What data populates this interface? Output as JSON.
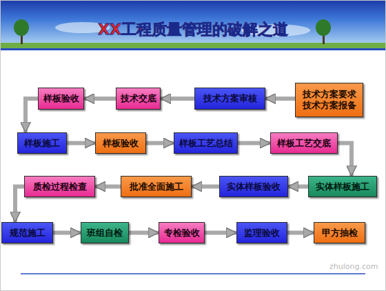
{
  "diagram": {
    "title": "XX工程质量管理的破解之道",
    "nodes": [
      {
        "text": [
          "技术方案要求 技术方案报备"
        ]
      },
      {
        "text": [
          "技术方案审核"
        ]
      },
      {
        "text": [
          "技术交底"
        ]
      },
      {
        "text": [
          "样板验收"
        ]
      },
      {
        "text": [
          "样板施工"
        ]
      },
      {
        "text": [
          "样板验收"
        ]
      },
      {
        "text": [
          "样板工艺总结"
        ]
      },
      {
        "text": [
          "样板工艺交底"
        ]
      },
      {
        "text": [
          "实体样板施工"
        ]
      },
      {
        "text": [
          "实体样板验收"
        ]
      },
      {
        "text": [
          "批准全面施工"
        ]
      },
      {
        "text": [
          "质检过程检查"
        ]
      },
      {
        "text": [
          "规范施工"
        ]
      },
      {
        "text": [
          "班组自检"
        ]
      },
      {
        "text": [
          "专检验收"
        ]
      },
      {
        "text": [
          "监理验收"
        ]
      },
      {
        "text": [
          "甲方抽检"
        ]
      }
    ],
    "edges": [
      {
        "from": 0,
        "to": 1,
        "arrow": "to"
      },
      {
        "from": 1,
        "to": 2,
        "arrow": "to"
      },
      {
        "from": 2,
        "to": 3,
        "arrow": "to"
      },
      {
        "from": 3,
        "to": 4,
        "arrow": "to"
      },
      {
        "from": 4,
        "to": 5,
        "arrow": "to"
      },
      {
        "from": 5,
        "to": 6,
        "arrow": "to"
      },
      {
        "from": 6,
        "to": 7,
        "arrow": "to"
      },
      {
        "from": 7,
        "to": 8,
        "arrow": "to"
      },
      {
        "from": 8,
        "to": 9,
        "arrow": "to"
      },
      {
        "from": 9,
        "to": 10,
        "arrow": "to"
      },
      {
        "from": 10,
        "to": 11,
        "arrow": "to"
      },
      {
        "from": 11,
        "to": 12,
        "arrow": "to"
      },
      {
        "from": 12,
        "to": 13,
        "arrow": "to"
      },
      {
        "from": 13,
        "to": 14,
        "arrow": "to"
      },
      {
        "from": 14,
        "to": 15,
        "arrow": "to"
      },
      {
        "from": 15,
        "to": 16,
        "arrow": "to"
      }
    ],
    "labels": [
      "zhulong.com"
    ]
  }
}
